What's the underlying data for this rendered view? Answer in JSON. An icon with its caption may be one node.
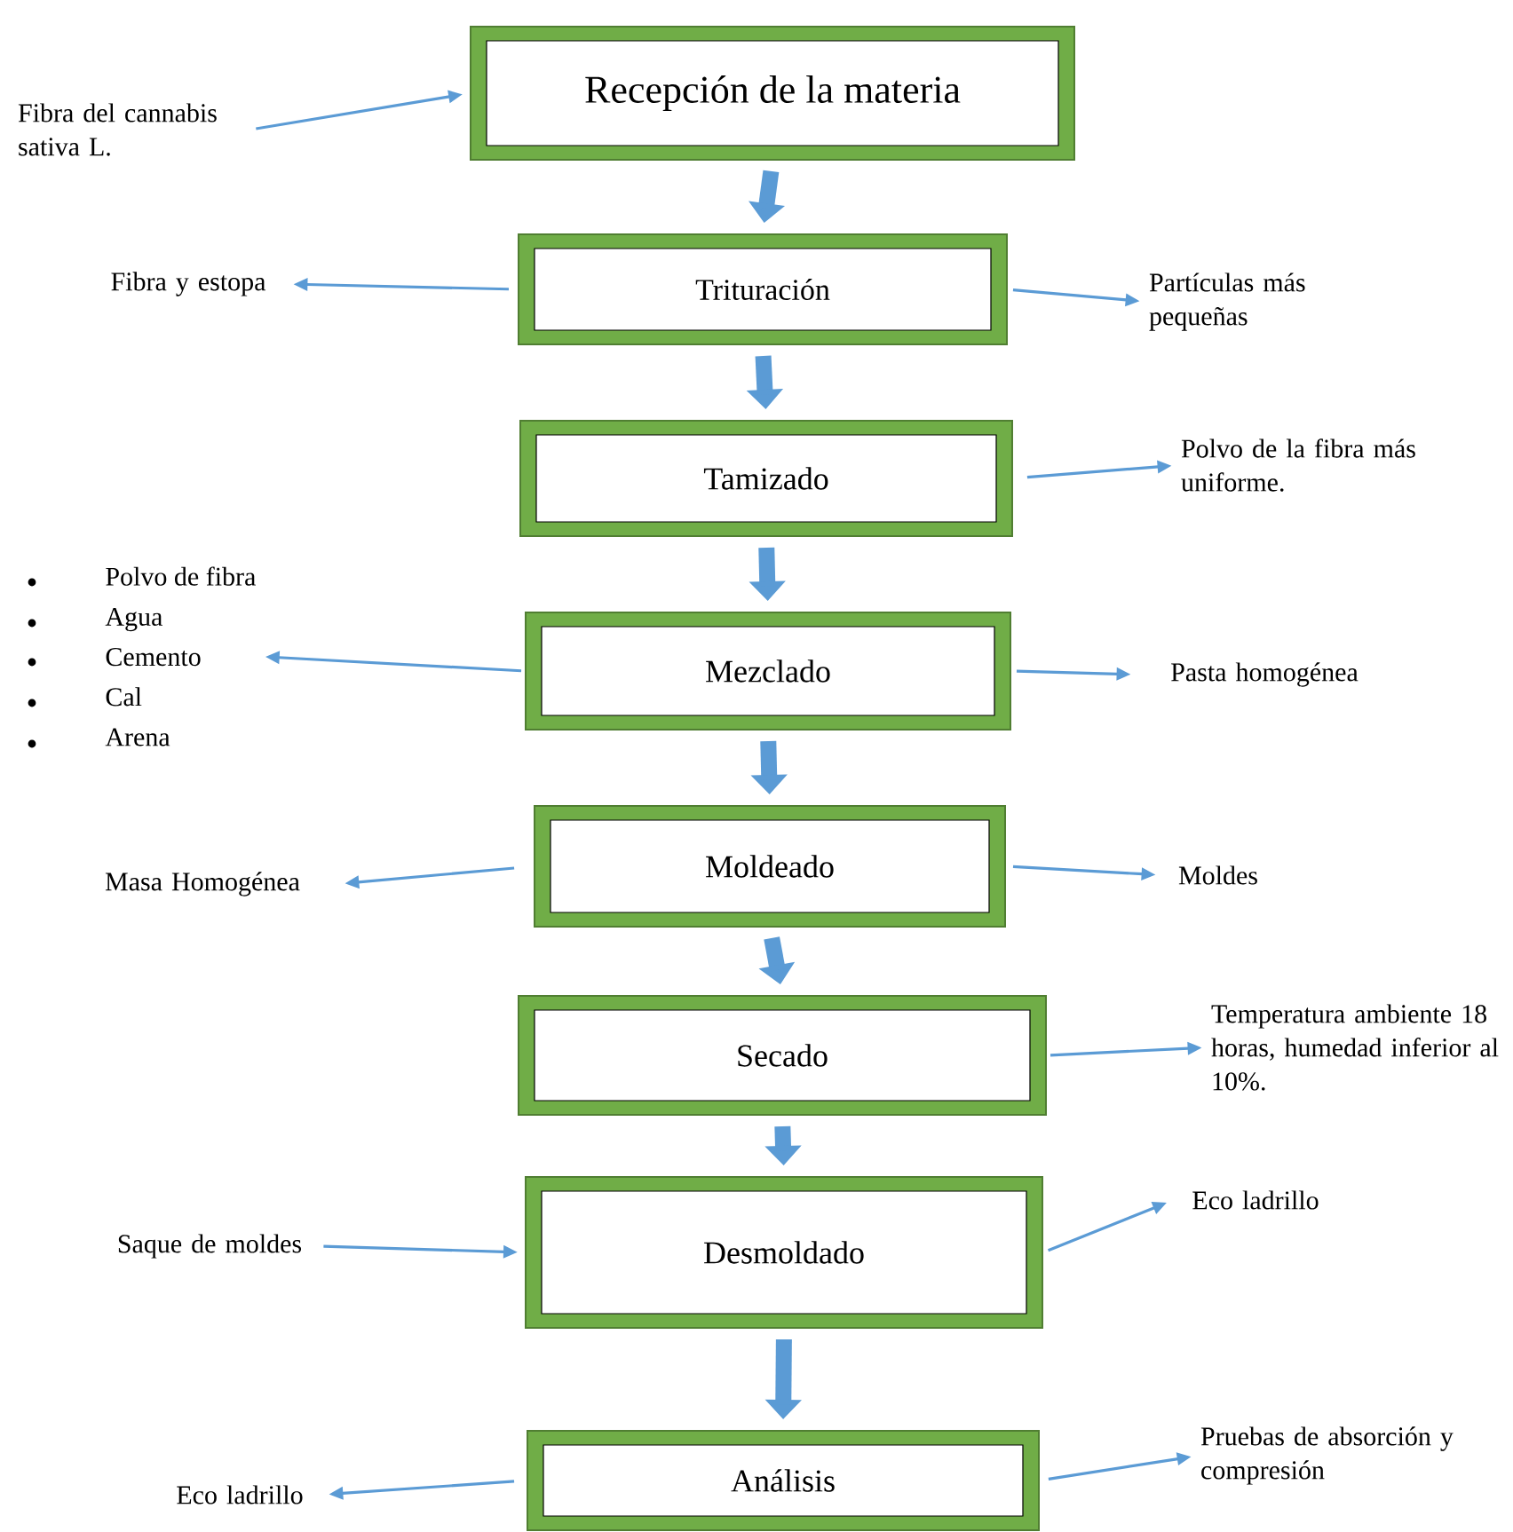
{
  "diagram": {
    "nodes": [
      {
        "text": [
          "Recepción de la materia"
        ]
      },
      {
        "text": [
          "Trituración"
        ]
      },
      {
        "text": [
          "Tamizado"
        ]
      },
      {
        "text": [
          "Mezclado"
        ]
      },
      {
        "text": [
          "Moldeado"
        ]
      },
      {
        "text": [
          "Secado"
        ]
      },
      {
        "text": [
          "Desmoldado"
        ]
      },
      {
        "text": [
          "Análisis"
        ]
      },
      {
        "text": [
          "Fibra del cannabis sativa L."
        ]
      },
      {
        "text": [
          "Fibra y estopa"
        ]
      },
      {
        "text": [
          "Partículas más pequeñas"
        ]
      },
      {
        "text": [
          "Polvo de la fibra más uniforme."
        ]
      },
      {
        "text": [
          "Polvo de fibra",
          "Agua",
          "Cemento",
          "Cal",
          "Arena"
        ]
      },
      {
        "text": [
          "Pasta homogénea"
        ]
      },
      {
        "text": [
          "Masa Homogénea"
        ]
      },
      {
        "text": [
          "Moldes"
        ]
      },
      {
        "text": [
          "Temperatura ambiente 18 horas, humedad inferior al 10%."
        ]
      },
      {
        "text": [
          "Saque de moldes"
        ]
      },
      {
        "text": [
          "Eco ladrillo"
        ]
      },
      {
        "text": [
          "Eco ladrillo"
        ]
      },
      {
        "text": [
          "Pruebas de absorción y compresión"
        ]
      }
    ],
    "edges": [
      {
        "from": 0,
        "to": 1,
        "arrow": "to",
        "style": "thick"
      },
      {
        "from": 1,
        "to": 2,
        "arrow": "to",
        "style": "thick"
      },
      {
        "from": 2,
        "to": 3,
        "arrow": "to",
        "style": "thick"
      },
      {
        "from": 3,
        "to": 4,
        "arrow": "to",
        "style": "thick"
      },
      {
        "from": 4,
        "to": 5,
        "arrow": "to",
        "style": "thick"
      },
      {
        "from": 5,
        "to": 6,
        "arrow": "to",
        "style": "thick"
      },
      {
        "from": 6,
        "to": 7,
        "arrow": "to",
        "style": "thick"
      },
      {
        "from": 8,
        "to": 0,
        "arrow": "to"
      },
      {
        "from": 1,
        "to": 9,
        "arrow": "to"
      },
      {
        "from": 1,
        "to": 10,
        "arrow": "to"
      },
      {
        "from": 2,
        "to": 11,
        "arrow": "to"
      },
      {
        "from": 3,
        "to": 12,
        "arrow": "to"
      },
      {
        "from": 3,
        "to": 13,
        "arrow": "to"
      },
      {
        "from": 4,
        "to": 14,
        "arrow": "to"
      },
      {
        "from": 4,
        "to": 15,
        "arrow": "to"
      },
      {
        "from": 5,
        "to": 16,
        "arrow": "to"
      },
      {
        "from": 17,
        "to": 6,
        "arrow": "to"
      },
      {
        "from": 6,
        "to": 18,
        "arrow": "to"
      },
      {
        "from": 7,
        "to": 19,
        "arrow": "to"
      },
      {
        "from": 7,
        "to": 20,
        "arrow": "to"
      }
    ]
  }
}
